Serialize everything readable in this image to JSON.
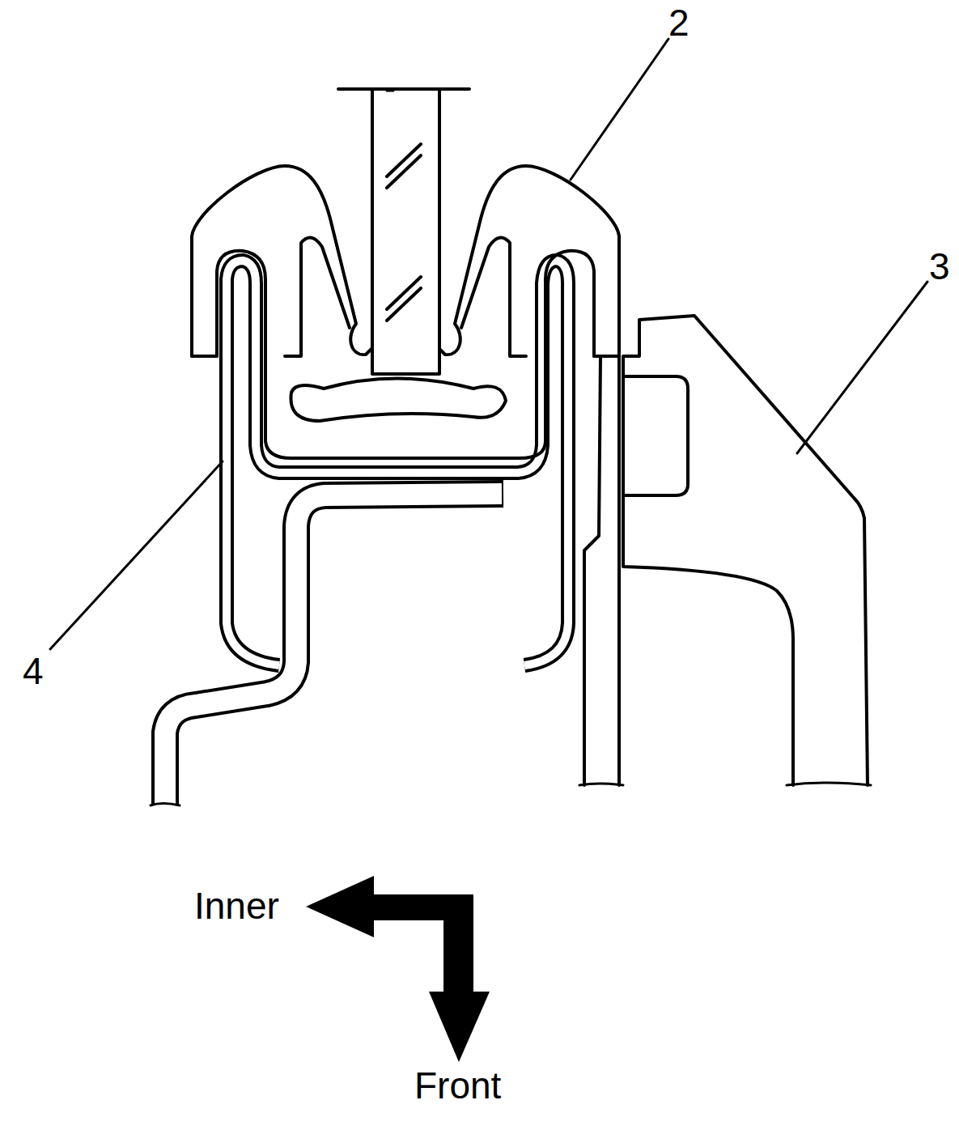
{
  "diagram": {
    "labels": [
      "2",
      "3",
      "4",
      "Inner",
      "Front"
    ]
  }
}
